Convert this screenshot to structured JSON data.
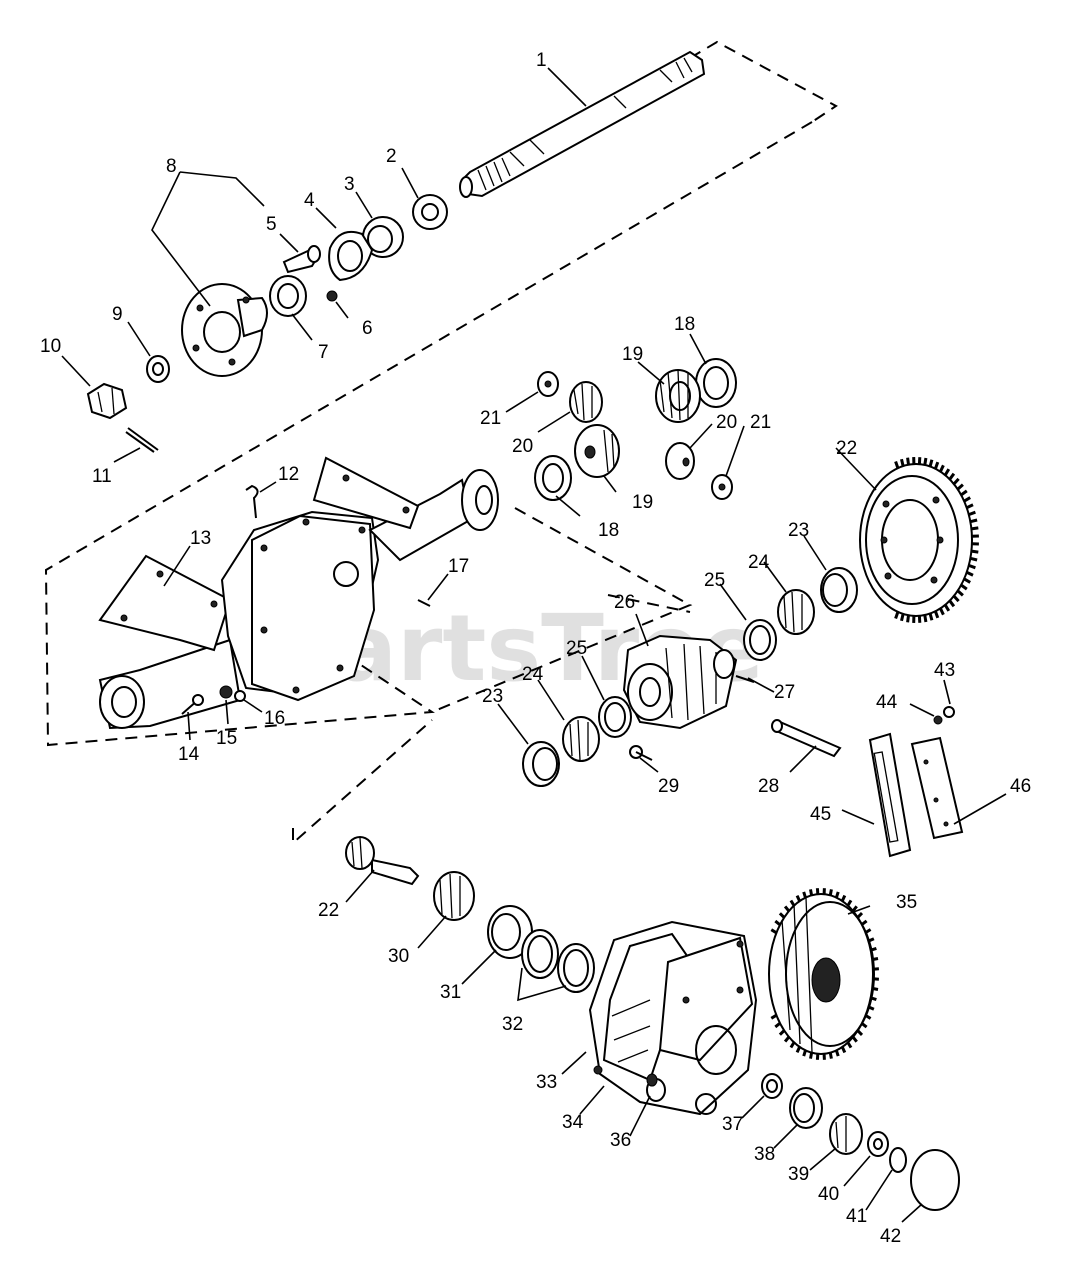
{
  "watermark": "PartsTree",
  "callouts": [
    {
      "n": "1"
    },
    {
      "n": "2"
    },
    {
      "n": "3"
    },
    {
      "n": "4"
    },
    {
      "n": "5"
    },
    {
      "n": "6"
    },
    {
      "n": "7"
    },
    {
      "n": "8"
    },
    {
      "n": "9"
    },
    {
      "n": "10"
    },
    {
      "n": "11"
    },
    {
      "n": "12"
    },
    {
      "n": "13"
    },
    {
      "n": "14"
    },
    {
      "n": "15"
    },
    {
      "n": "16"
    },
    {
      "n": "17"
    },
    {
      "n": "18"
    },
    {
      "n": "19"
    },
    {
      "n": "20"
    },
    {
      "n": "21"
    },
    {
      "n": "18"
    },
    {
      "n": "19"
    },
    {
      "n": "20"
    },
    {
      "n": "21"
    },
    {
      "n": "22"
    },
    {
      "n": "23"
    },
    {
      "n": "24"
    },
    {
      "n": "25"
    },
    {
      "n": "26"
    },
    {
      "n": "25"
    },
    {
      "n": "24"
    },
    {
      "n": "23"
    },
    {
      "n": "27"
    },
    {
      "n": "29"
    },
    {
      "n": "28"
    },
    {
      "n": "43"
    },
    {
      "n": "44"
    },
    {
      "n": "45"
    },
    {
      "n": "46"
    },
    {
      "n": "22"
    },
    {
      "n": "30"
    },
    {
      "n": "31"
    },
    {
      "n": "32"
    },
    {
      "n": "35"
    },
    {
      "n": "33"
    },
    {
      "n": "34"
    },
    {
      "n": "36"
    },
    {
      "n": "37"
    },
    {
      "n": "38"
    },
    {
      "n": "39"
    },
    {
      "n": "40"
    },
    {
      "n": "41"
    },
    {
      "n": "42"
    }
  ]
}
